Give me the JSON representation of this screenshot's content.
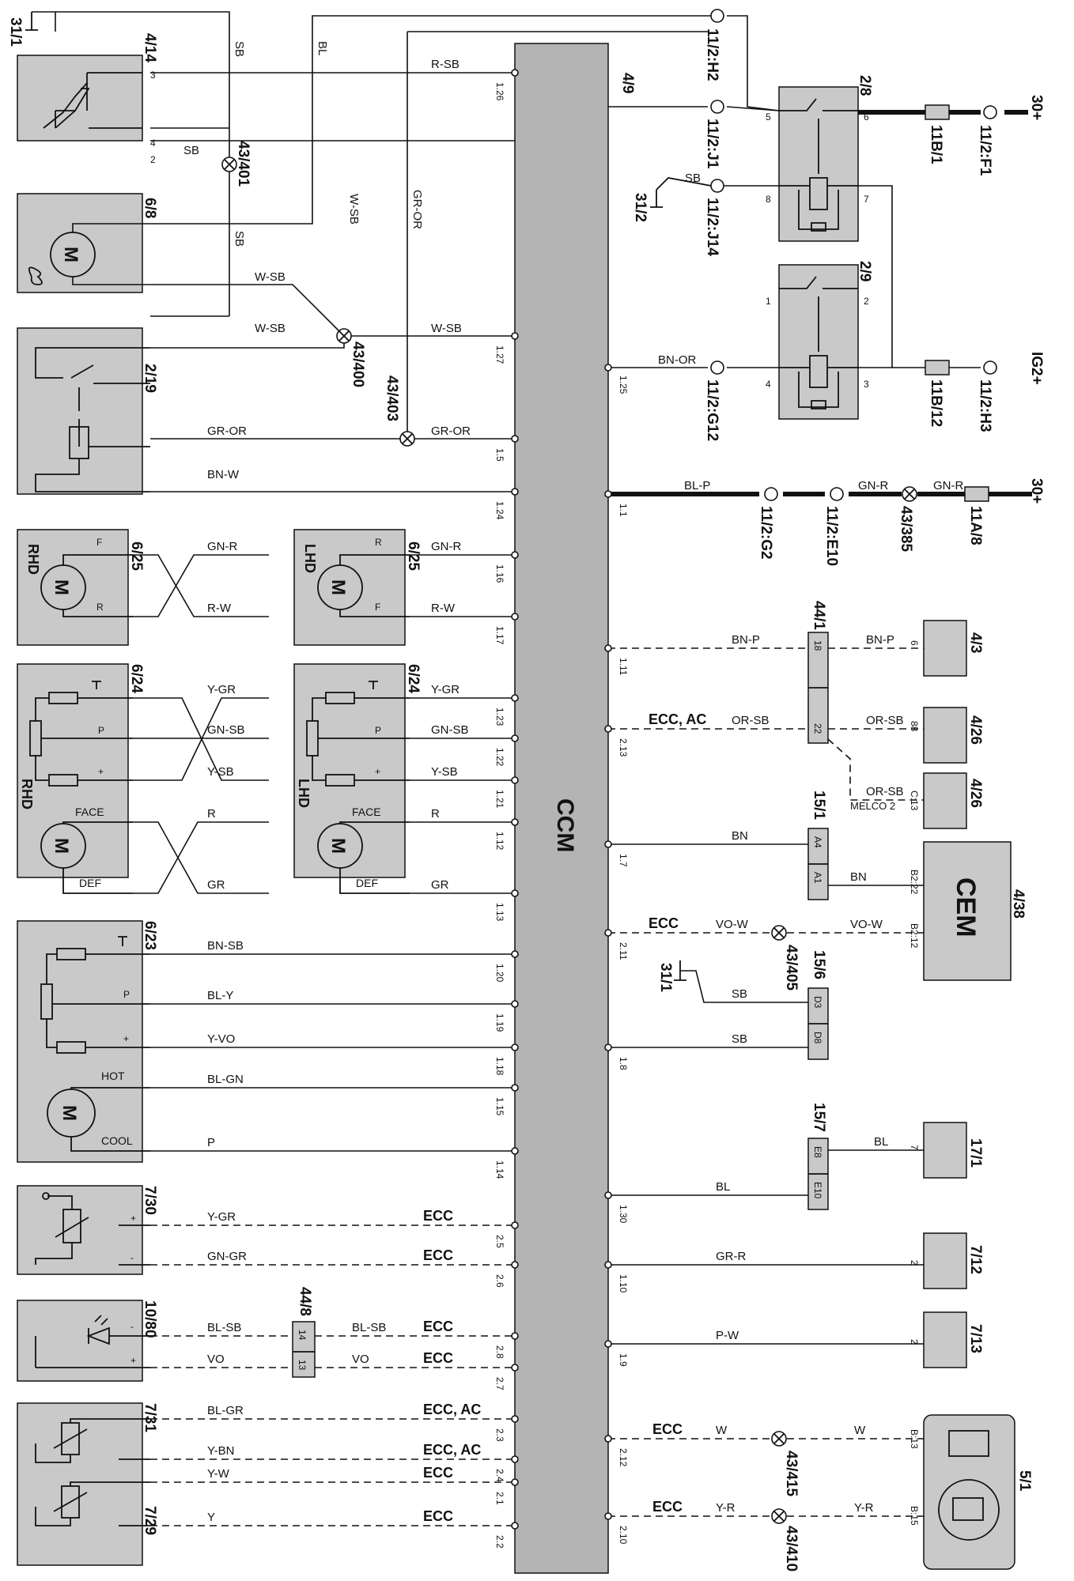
{
  "ccm": {
    "label": "CCM",
    "id": "4/9"
  },
  "components": {
    "c4_14": "4/14",
    "c6_8": "6/8",
    "c2_19": "2/19",
    "c6_25_rhd": "6/25",
    "c6_25_lhd": "6/25",
    "c6_24_rhd": "6/24",
    "c6_24_lhd": "6/24",
    "c6_23": "6/23",
    "c7_30": "7/30",
    "c10_80": "10/80",
    "c7_31": "7/31",
    "c7_29": "7/29",
    "c2_8": "2/8",
    "c2_9": "2/9",
    "c4_3": "4/3",
    "c4_26a": "4/26",
    "c4_26b": "4/26",
    "c4_38": "4/38",
    "c17_1": "17/1",
    "c7_12": "7/12",
    "c7_13": "7/13",
    "c5_1": "5/1",
    "c44_1": "44/1",
    "c15_1": "15/1",
    "c15_6": "15/6",
    "c15_7": "15/7",
    "c44_8": "44/8",
    "cem": "CEM",
    "rhd": "RHD",
    "lhd": "LHD",
    "m": "M"
  },
  "splices": [
    "43/401",
    "43/400",
    "43/403",
    "43/385",
    "43/405",
    "43/415",
    "43/410"
  ],
  "nodes": [
    "11/2:H2",
    "11/2:J1",
    "11/2:J14",
    "11/2:F1",
    "11/2:G12",
    "11/2:H3",
    "11/2:G2",
    "11/2:E10",
    "31/1",
    "31/2",
    "11B/1",
    "11B/12",
    "11A/8",
    "30+",
    "IG2+"
  ],
  "fuses": [
    "11B/1",
    "11B/12",
    "11A/8"
  ],
  "texts": {
    "face": "FACE",
    "def": "DEF",
    "hot": "HOT",
    "cool": "COOL",
    "melco": "MELCO 2",
    "p": "P",
    "f": "F",
    "r": "R"
  },
  "tags": {
    "ecc": "ECC",
    "ecc_ac": "ECC, AC"
  },
  "wires": {
    "r_sb": "R-SB",
    "sb": "SB",
    "bl": "BL",
    "w_sb": "W-SB",
    "gr_or": "GR-OR",
    "bn_w": "BN-W",
    "gn_r": "GN-R",
    "r_w": "R-W",
    "y_gr": "Y-GR",
    "gn_sb": "GN-SB",
    "y_sb": "Y-SB",
    "r": "R",
    "gr": "GR",
    "bn_sb": "BN-SB",
    "bl_y": "BL-Y",
    "y_vo": "Y-VO",
    "bl_gn": "BL-GN",
    "p": "P",
    "gn_gr": "GN-GR",
    "bl_sb": "BL-SB",
    "vo": "VO",
    "bl_gr": "BL-GR",
    "y_bn": "Y-BN",
    "y_w": "Y-W",
    "y": "Y",
    "bn_or": "BN-OR",
    "bl_p": "BL-P",
    "bn_p": "BN-P",
    "or_sb": "OR-SB",
    "bn": "BN",
    "vo_w": "VO-W",
    "gr_r": "GR-R",
    "p_w": "P-W",
    "w": "W",
    "y_r": "Y-R"
  },
  "pins": {
    "left": [
      "1.26",
      "1.27",
      "1.5",
      "1.24",
      "1.16",
      "1.17",
      "1.23",
      "1.22",
      "1.21",
      "1.12",
      "1.13",
      "1.20",
      "1.19",
      "1.18",
      "1.15",
      "1.14",
      "2.5",
      "2.6",
      "2.8",
      "2.7",
      "2.3",
      "2.4",
      "2.1",
      "2.2"
    ],
    "right": [
      "1.25",
      "1.1",
      "1.11",
      "2.13",
      "1.7",
      "2.11",
      "1.8",
      "1.30",
      "1.10",
      "1.9",
      "2.12",
      "2.10"
    ],
    "conn": [
      "18",
      "22",
      "A4",
      "A1",
      "D3",
      "D8",
      "E8",
      "E10",
      "14",
      "13"
    ],
    "remote": [
      "B2:22",
      "B2:12",
      "C:13",
      "B:13",
      "B:15"
    ],
    "one": "1",
    "two": "2",
    "three": "3",
    "four": "4",
    "five": "5",
    "six": "6",
    "seven": "7",
    "eight": "8",
    "eightyeight": "88",
    "plus": "+",
    "minus": "-"
  }
}
